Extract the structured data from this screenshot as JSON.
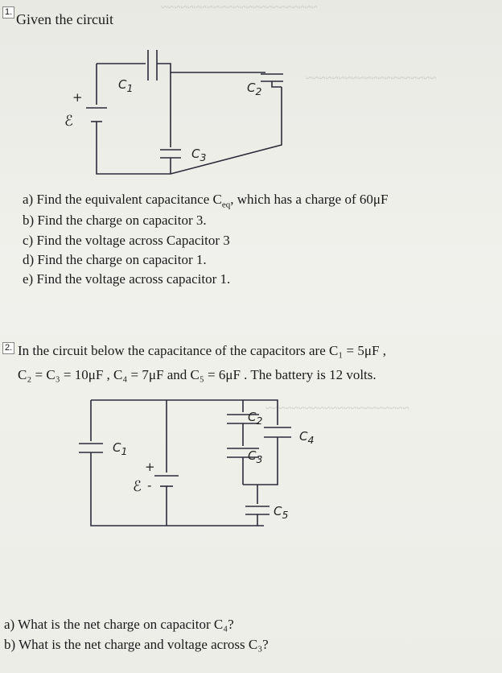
{
  "problem1": {
    "number": "1.",
    "title": "Given the circuit",
    "labels": {
      "c1": "C",
      "c1_sub": "1",
      "c2": "C",
      "c2_sub": "2",
      "c3": "C",
      "c3_sub": "3",
      "battery": "ℰ",
      "plus": "+"
    },
    "questions": [
      {
        "letter": "a)",
        "text": "Find the equivalent capacitance C",
        "sub": "eq",
        "tail": ", which has a charge of 60μF"
      },
      {
        "letter": "b)",
        "text": "Find the charge on capacitor 3."
      },
      {
        "letter": "c)",
        "text": "Find the voltage across Capacitor 3"
      },
      {
        "letter": "d)",
        "text": "Find the charge on capacitor 1."
      },
      {
        "letter": "e)",
        "text": "Find the voltage across capacitor 1."
      }
    ]
  },
  "problem2": {
    "number": "2.",
    "line1": "In the circuit below the capacitance of the capacitors are C₁ = 5μF ,",
    "line2": "C₂ = C₃ = 10μF , C₄ = 7μF  and C₅ = 6μF . The battery is 12 volts.",
    "labels": {
      "c1": "C",
      "c1_sub": "1",
      "c2": "C",
      "c2_sub": "2",
      "c3": "C",
      "c3_sub": "3",
      "c4": "C",
      "c4_sub": "4",
      "c5": "C",
      "c5_sub": "5",
      "battery": "ℰ",
      "plus": "+",
      "minus": "-"
    },
    "questions": [
      {
        "letter": "a)",
        "text": "What is the net charge on capacitor C₄?"
      },
      {
        "letter": "b)",
        "text": "What is the net charge and voltage across C₃?"
      }
    ]
  }
}
